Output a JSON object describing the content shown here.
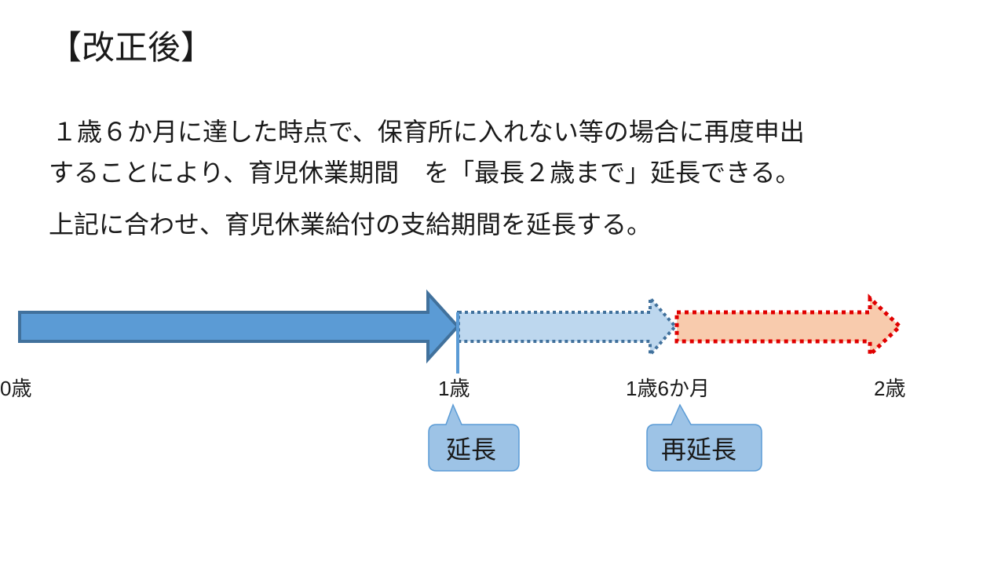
{
  "title": "【改正後】",
  "paragraph1": {
    "line1": "１歳６か月に達した時点で、保育所に入れない等の場合に再度申出",
    "line2": "することにより、育児休業期間　を「最長２歳まで」延長できる。"
  },
  "paragraph2": "上記に合わせ、育児休業給付の支給期間を延長する。",
  "timeline": {
    "labels": {
      "age0": "0歳",
      "age1": "1歳",
      "age1_6": "1歳6か月",
      "age2": "2歳"
    },
    "callouts": {
      "extension": "延長",
      "re_extension": "再延長"
    }
  },
  "colors": {
    "base_arrow_fill": "#5b9bd5",
    "base_arrow_stroke": "#41719c",
    "extension_fill": "#bdd7ee",
    "extension_stroke": "#41719c",
    "re_extension_fill": "#f8cbad",
    "re_extension_stroke": "#e00000",
    "callout_fill": "#9dc3e6"
  }
}
